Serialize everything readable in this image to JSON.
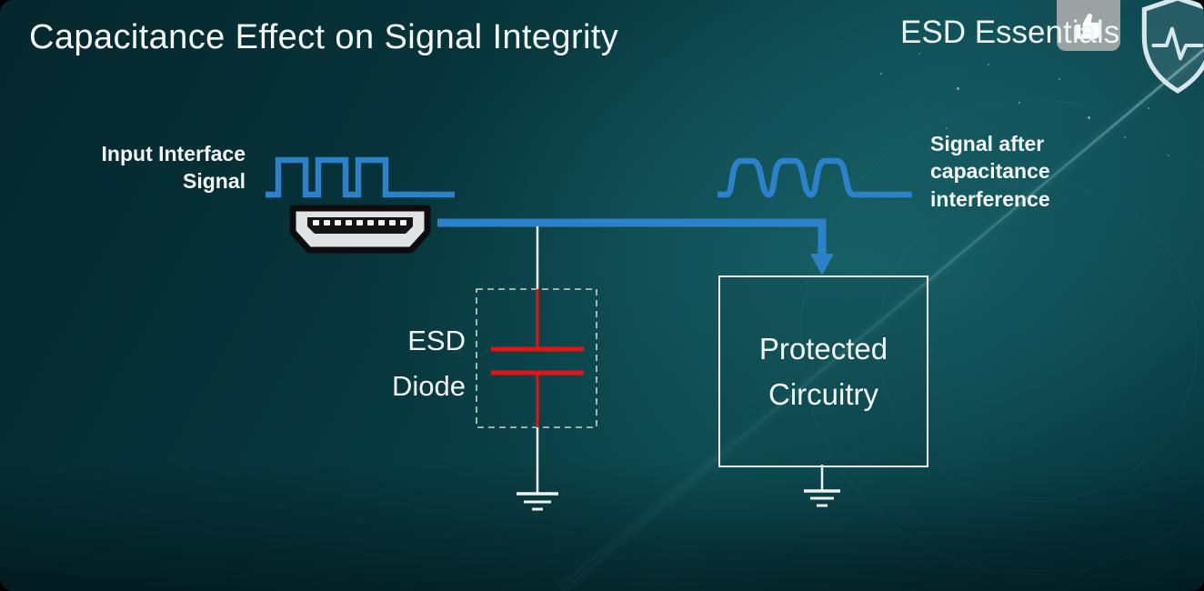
{
  "slide": {
    "title": "Capacitance Effect on Signal Integrity",
    "brand": "ESD Essentials"
  },
  "labels": {
    "input_signal": "Input Interface\nSignal",
    "output_signal": "Signal after\ncapacitance\ninterference",
    "esd_diode": "ESD\nDiode",
    "protected_circuitry": "Protected\nCircuitry"
  },
  "colors": {
    "signal_blue": "#2b82c9",
    "diode_red": "#e81212",
    "wire_white": "#eef2f2",
    "dashed_grey": "#c9d4d4",
    "background_teal_dark": "#06323a",
    "background_teal_light": "#0c4b52"
  },
  "icons": {
    "thumbs_up": "thumbs-up",
    "shield": "shield-with-pulse-line",
    "hdmi": "hdmi-connector",
    "ground": "ground-symbol"
  }
}
